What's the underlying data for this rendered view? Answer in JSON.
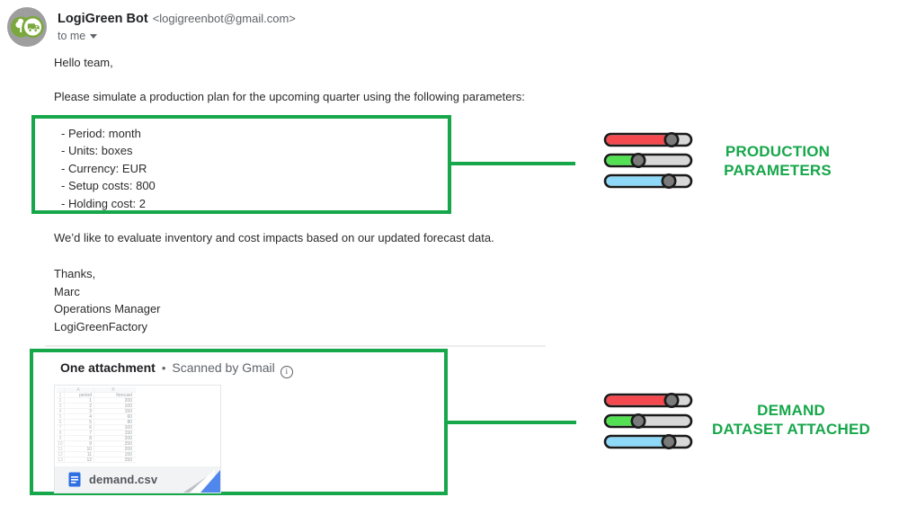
{
  "colors": {
    "accent_green": "#17a74b",
    "text_dark": "#202124",
    "text_gray": "#5f6368",
    "attachment_blue": "#4285f4",
    "slider_red": "#f4494f",
    "slider_green": "#53e153",
    "slider_blue": "#8ed8f8"
  },
  "header": {
    "sender_name": "LogiGreen Bot",
    "sender_email": "<logigreenbot@gmail.com>",
    "recipient_label": "to me"
  },
  "body": {
    "greeting": "Hello team,",
    "intro": "Please simulate a production plan for the upcoming quarter using the following parameters:",
    "parameters": [
      "- Period: month",
      "- Units: boxes",
      "- Currency: EUR",
      "- Setup costs: 800",
      "- Holding cost: 2"
    ],
    "evaluation": "We’d like to evaluate inventory and cost impacts based on our updated forecast data.",
    "signature": [
      "Thanks,",
      "Marc",
      "Operations Manager",
      "LogiGreenFactory"
    ]
  },
  "attachment_section": {
    "title": "One attachment",
    "separator": "•",
    "scanned_text": "Scanned by Gmail",
    "info_icon_glyph": "i",
    "file_name": "demand.csv",
    "thumbnail": {
      "col_letters": [
        "A",
        "B"
      ],
      "rows": [
        [
          "period",
          "forecast"
        ],
        [
          "1",
          "200"
        ],
        [
          "2",
          "100"
        ],
        [
          "3",
          "150"
        ],
        [
          "4",
          "60"
        ],
        [
          "5",
          "80"
        ],
        [
          "6",
          "100"
        ],
        [
          "7",
          "150"
        ],
        [
          "8",
          "200"
        ],
        [
          "9",
          "250"
        ],
        [
          "10",
          "200"
        ],
        [
          "11",
          "150"
        ],
        [
          "12",
          "250"
        ]
      ]
    }
  },
  "annotations": {
    "production": {
      "line1": "PRODUCTION",
      "line2": "PARAMETERS"
    },
    "demand": {
      "line1": "DEMAND",
      "line2": "DATASET ATTACHED"
    }
  }
}
